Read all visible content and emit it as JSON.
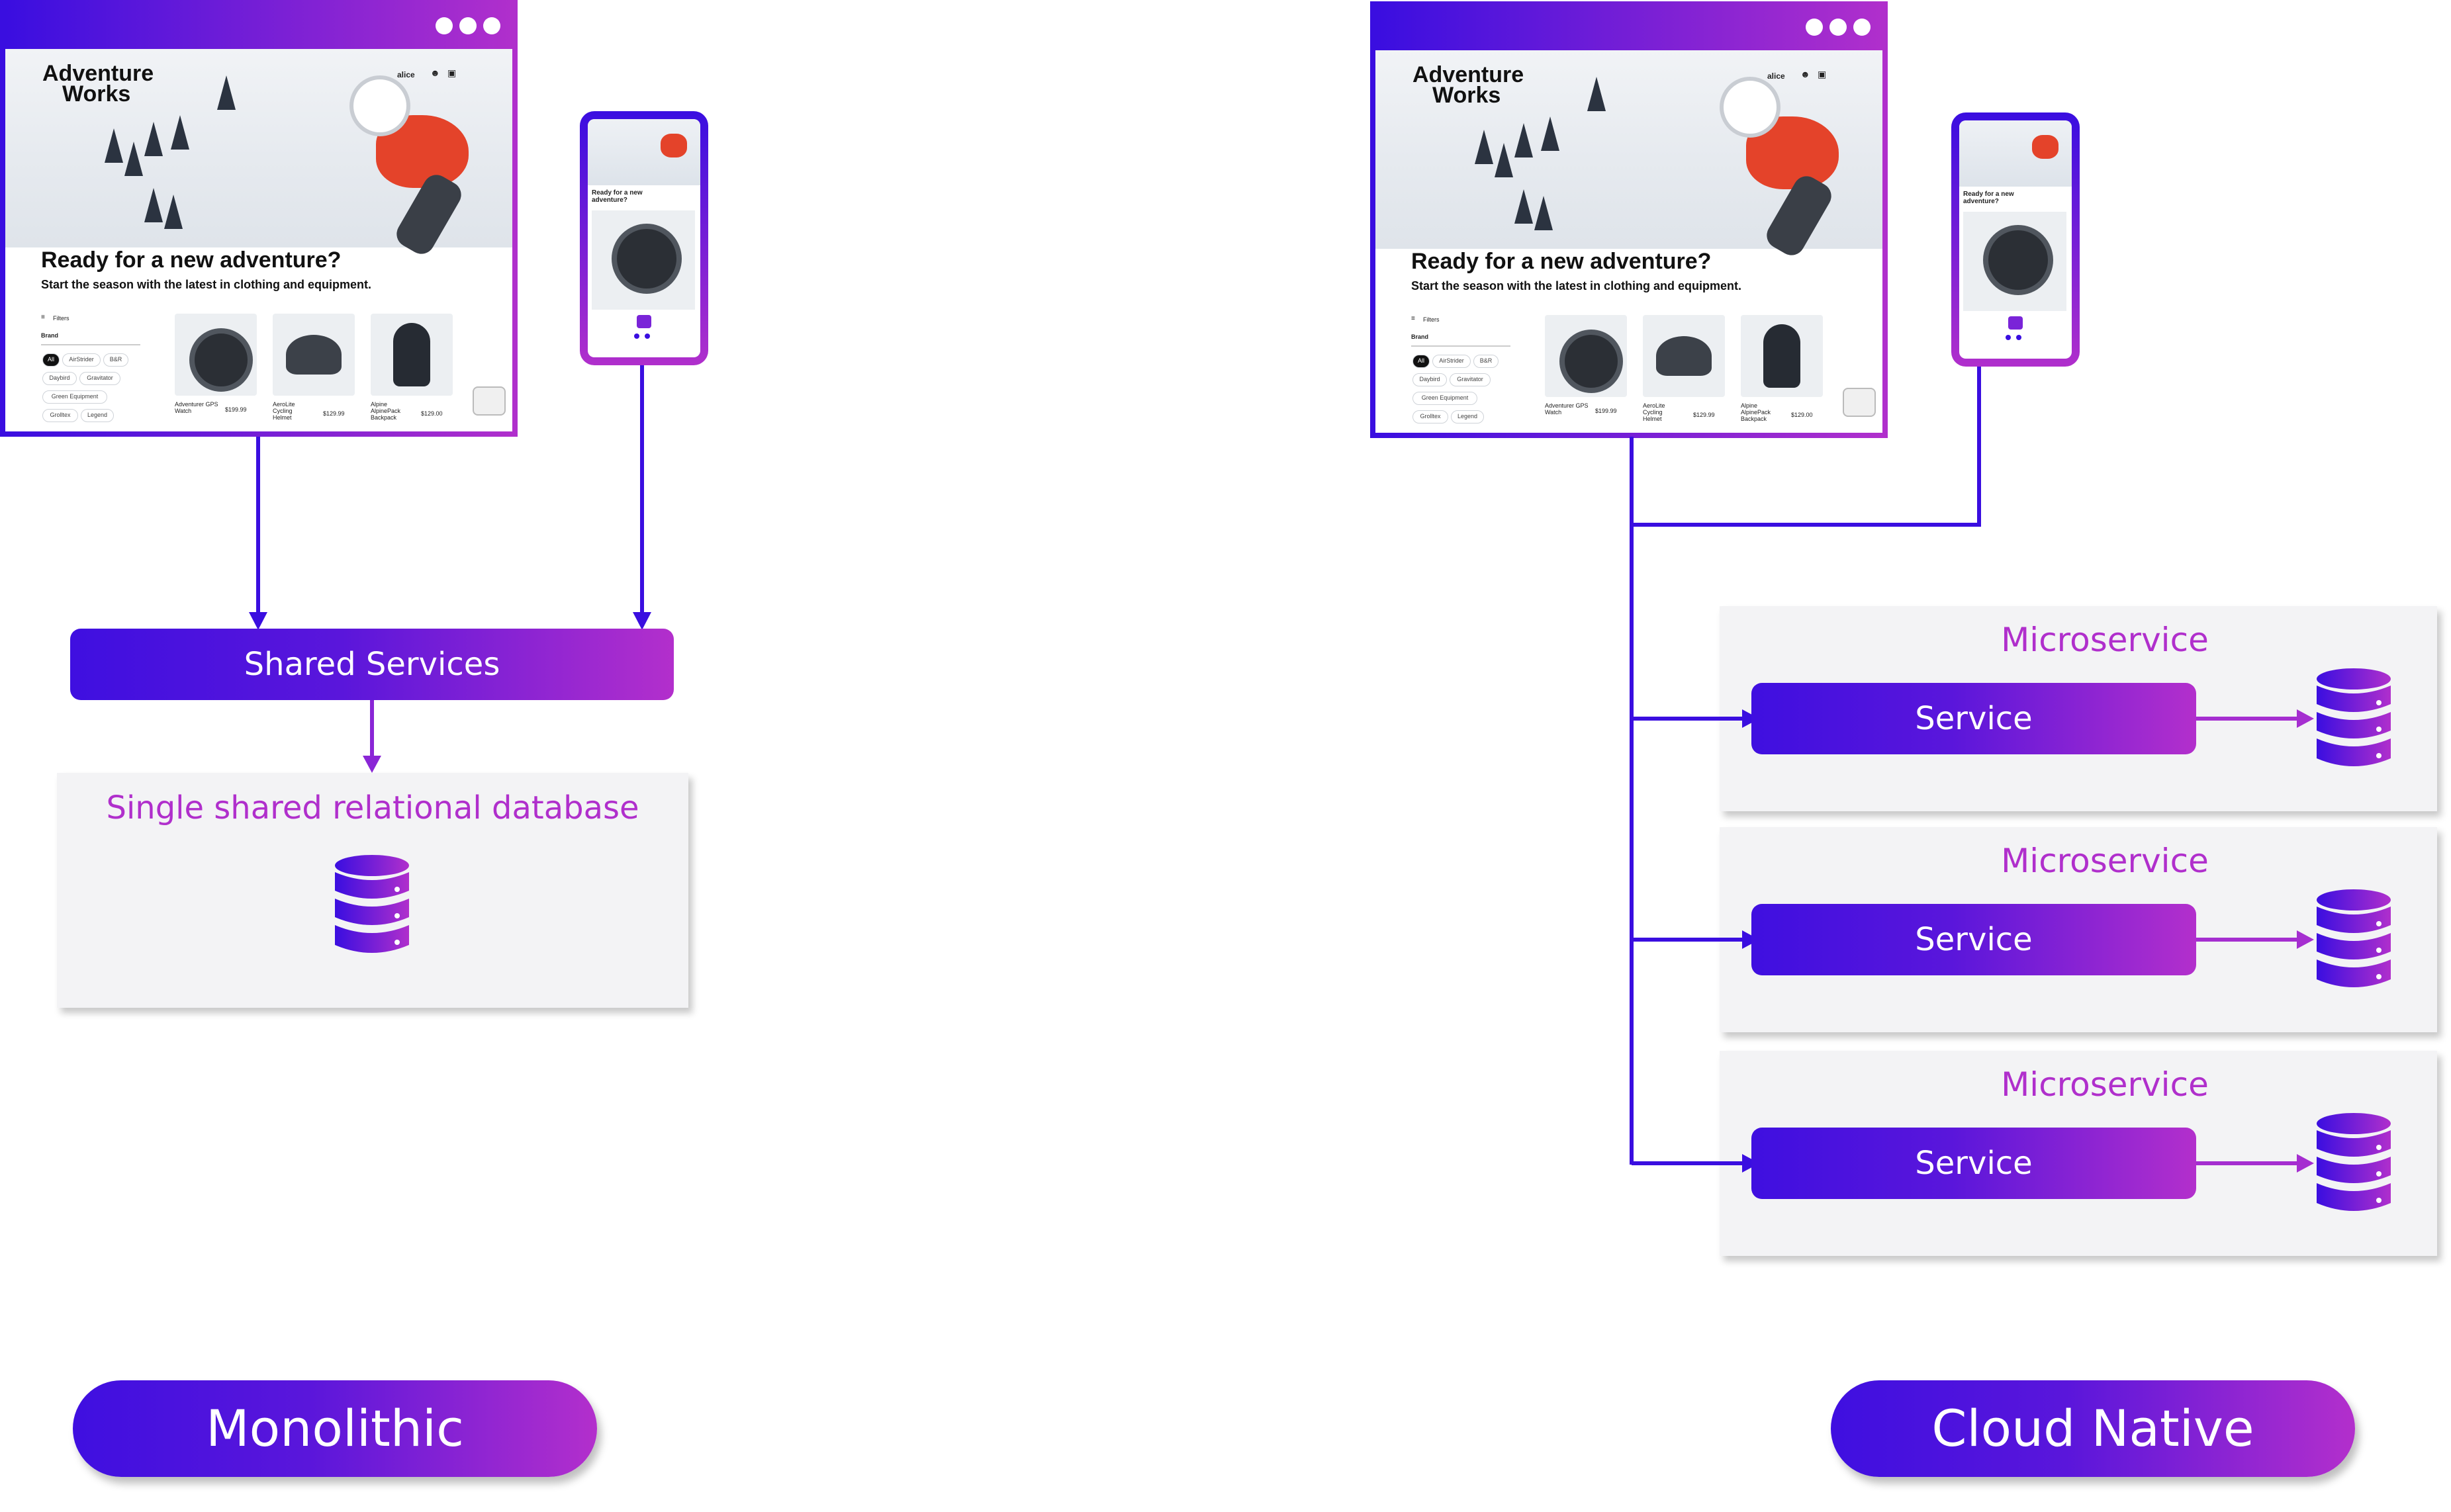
{
  "mockup": {
    "logo": "Adventure\nWorks",
    "logo_line1": "Adventure",
    "logo_line2": "Works",
    "user": "alice",
    "headline": "Ready for a new adventure?",
    "subheadline": "Start the season with the latest in clothing and equipment.",
    "filters_label": "Filters",
    "brand_label": "Brand",
    "brands": [
      "All",
      "AirStrider",
      "B&R",
      "Daybird",
      "Gravitator",
      "Green Equipment",
      "Grolltex",
      "Legend"
    ],
    "products": [
      {
        "name": "Adventurer GPS Watch",
        "price": "$199.99"
      },
      {
        "name": "AeroLite Cycling Helmet",
        "price": "$129.99"
      },
      {
        "name": "Alpine AlpinePack Backpack",
        "price": "$129.00"
      }
    ],
    "phone_headline": "Ready for a new adventure?"
  },
  "monolithic": {
    "shared_services": "Shared Services",
    "database_label": "Single shared relational database",
    "title": "Monolithic"
  },
  "cloud_native": {
    "title": "Cloud Native",
    "microservices": [
      {
        "label": "Microservice",
        "service": "Service"
      },
      {
        "label": "Microservice",
        "service": "Service"
      },
      {
        "label": "Microservice",
        "service": "Service"
      }
    ]
  },
  "colors": {
    "gradient_start": "#3f0fe0",
    "gradient_end": "#b32fcc",
    "arrow_left": "#3a0ee0",
    "arrow_right": "#a52ed0",
    "panel_bg": "#f3f3f5",
    "label_magenta": "#b02fcc"
  },
  "icons": [
    "database-icon",
    "chat-icon",
    "user-icon",
    "cart-icon",
    "filter-icon",
    "window-dots-icon"
  ]
}
